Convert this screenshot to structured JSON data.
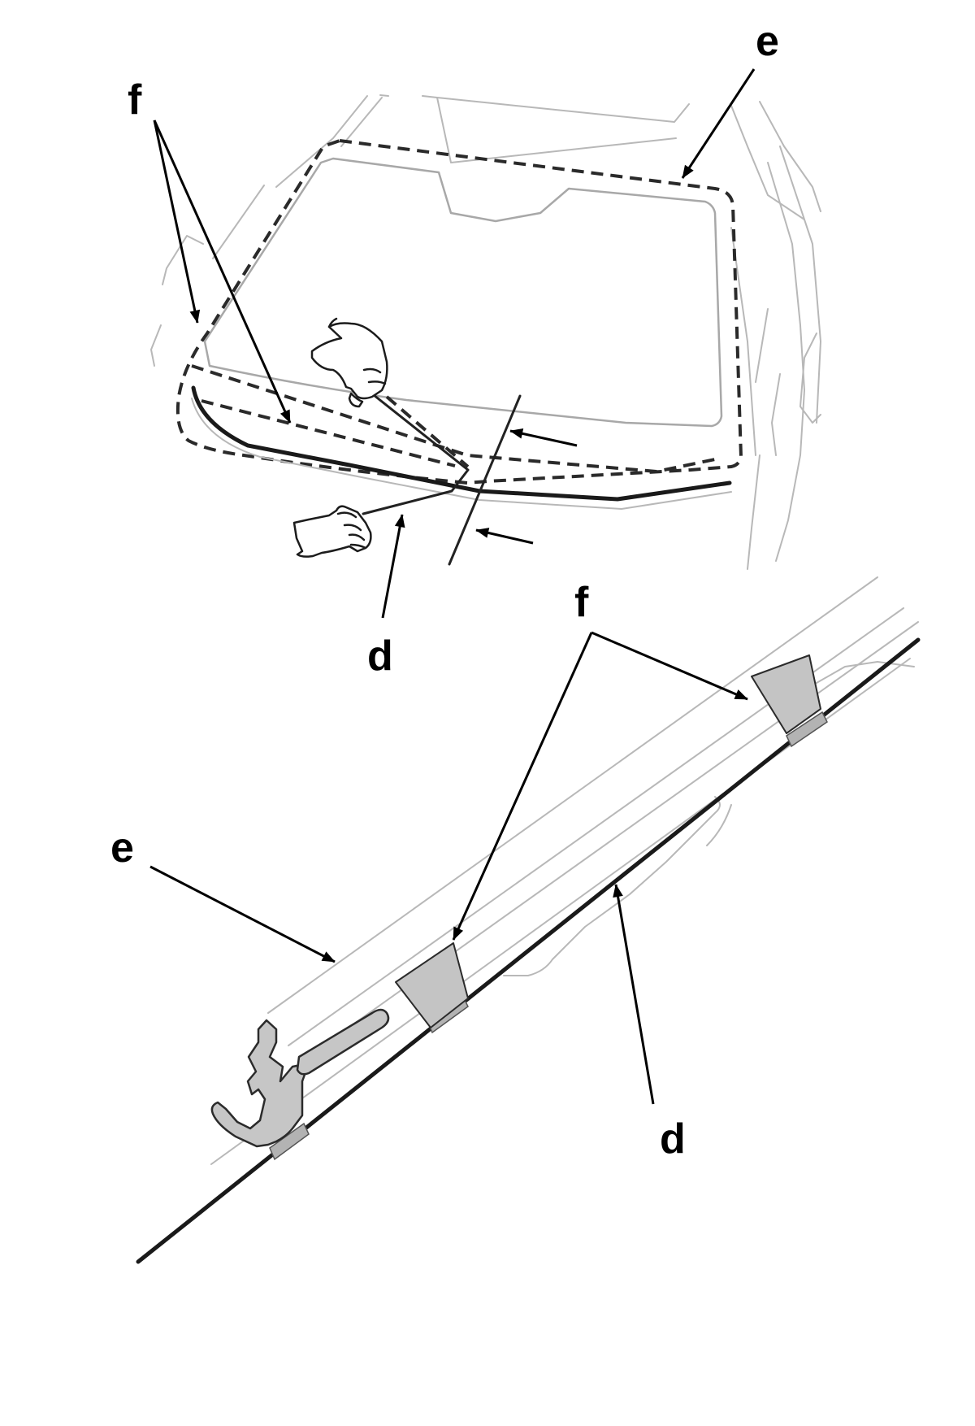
{
  "callouts": {
    "top_e": "e",
    "top_f": "f",
    "top_d": "d",
    "bottom_f": "f",
    "bottom_e": "e",
    "bottom_d": "d"
  },
  "colors": {
    "line_art": "#1a1a1a",
    "light_line": "#b8b8b8",
    "tape_fill": "#c4c4c4",
    "background": "#ffffff"
  }
}
